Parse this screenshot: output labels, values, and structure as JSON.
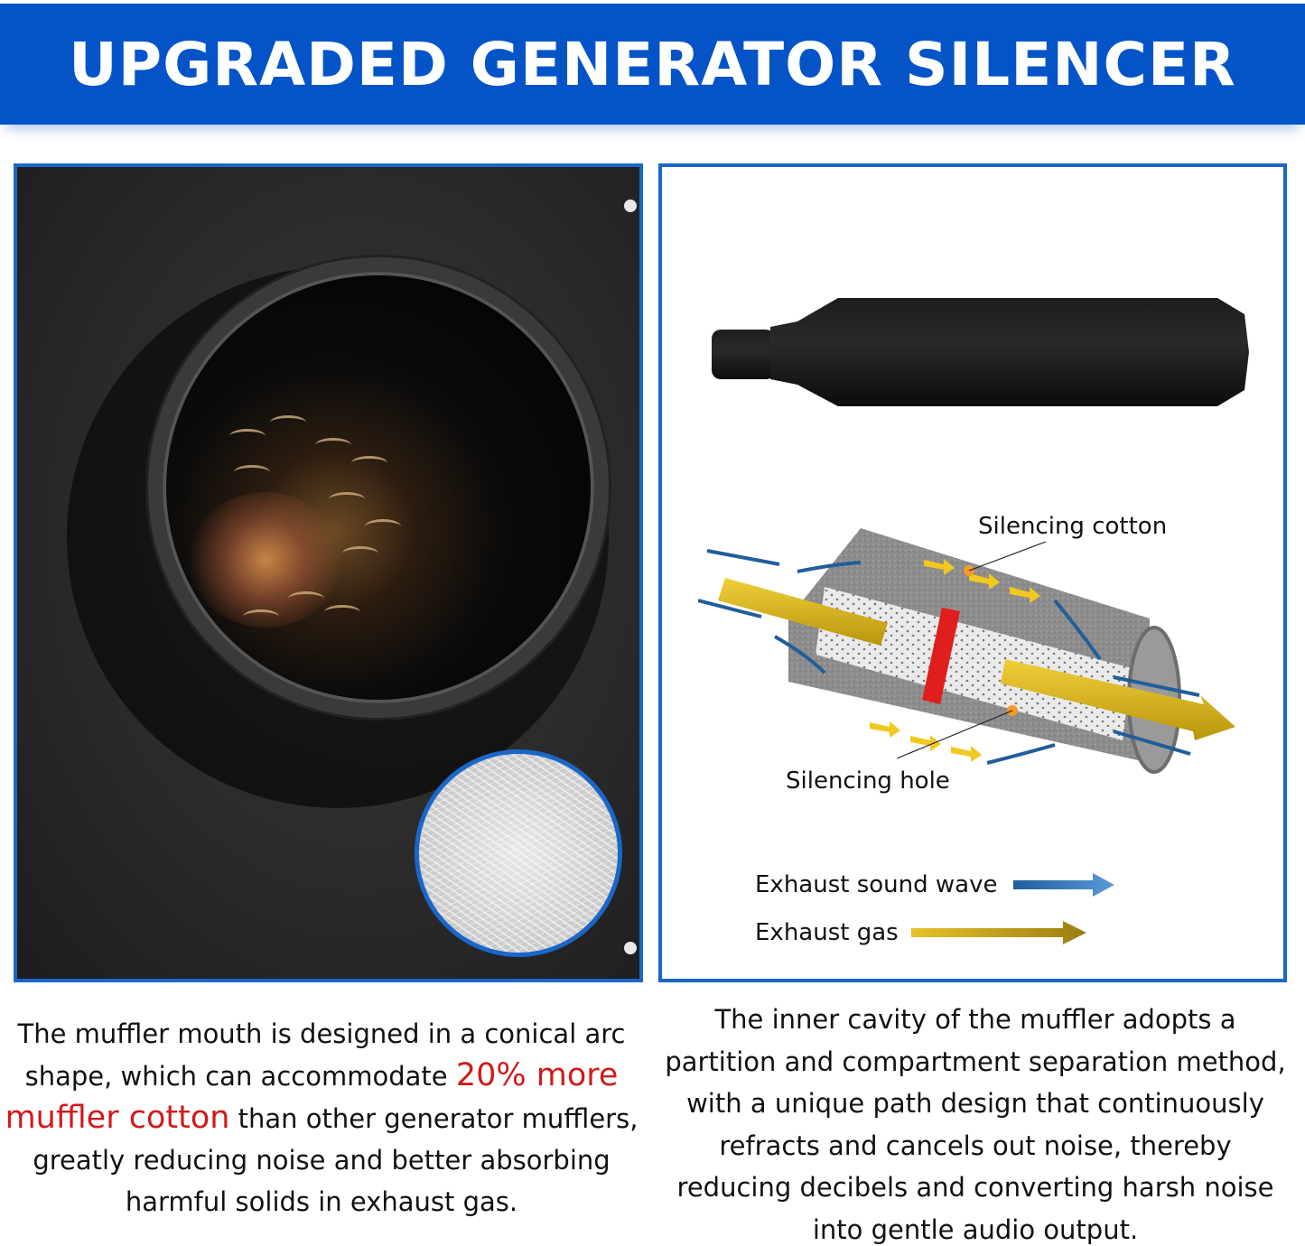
{
  "banner": {
    "title": "UPGRADED GENERATOR SILENCER",
    "background": "#0454c8",
    "text_color": "#ffffff"
  },
  "left_panel": {
    "image": "muffler-mouth-closeup-photo",
    "inset_image": "muffler-cotton-fiber-closeup",
    "border_color": "#1a67c9"
  },
  "right_panel": {
    "image": "black-generator-muffler-product-photo",
    "diagram": {
      "image": "muffler-cutaway-diagram",
      "labels": {
        "silencing_cotton": "Silencing cotton",
        "silencing_hole": "Silencing hole"
      }
    },
    "legend": [
      {
        "label": "Exhaust sound wave",
        "icon": "blue-arrow-icon",
        "color": "#2a6db5"
      },
      {
        "label": "Exhaust gas",
        "icon": "yellow-arrow-icon",
        "color": "#d4b01a"
      }
    ],
    "border_color": "#1a67c9"
  },
  "captions": {
    "left": {
      "part1": "The muffler mouth is designed in a conical arc shape, which can accommodate ",
      "highlight": "20% more muffler cotton",
      "part2": " than other generator mufflers, greatly reducing noise and better absorbing harmful solids in exhaust gas.",
      "highlight_color": "#d11a1a"
    },
    "right": {
      "text": "The inner cavity of the muffler adopts a partition and compartment separation method, with a unique path design that continuously refracts and cancels out noise, thereby reducing decibels and converting harsh noise into gentle audio output."
    }
  }
}
